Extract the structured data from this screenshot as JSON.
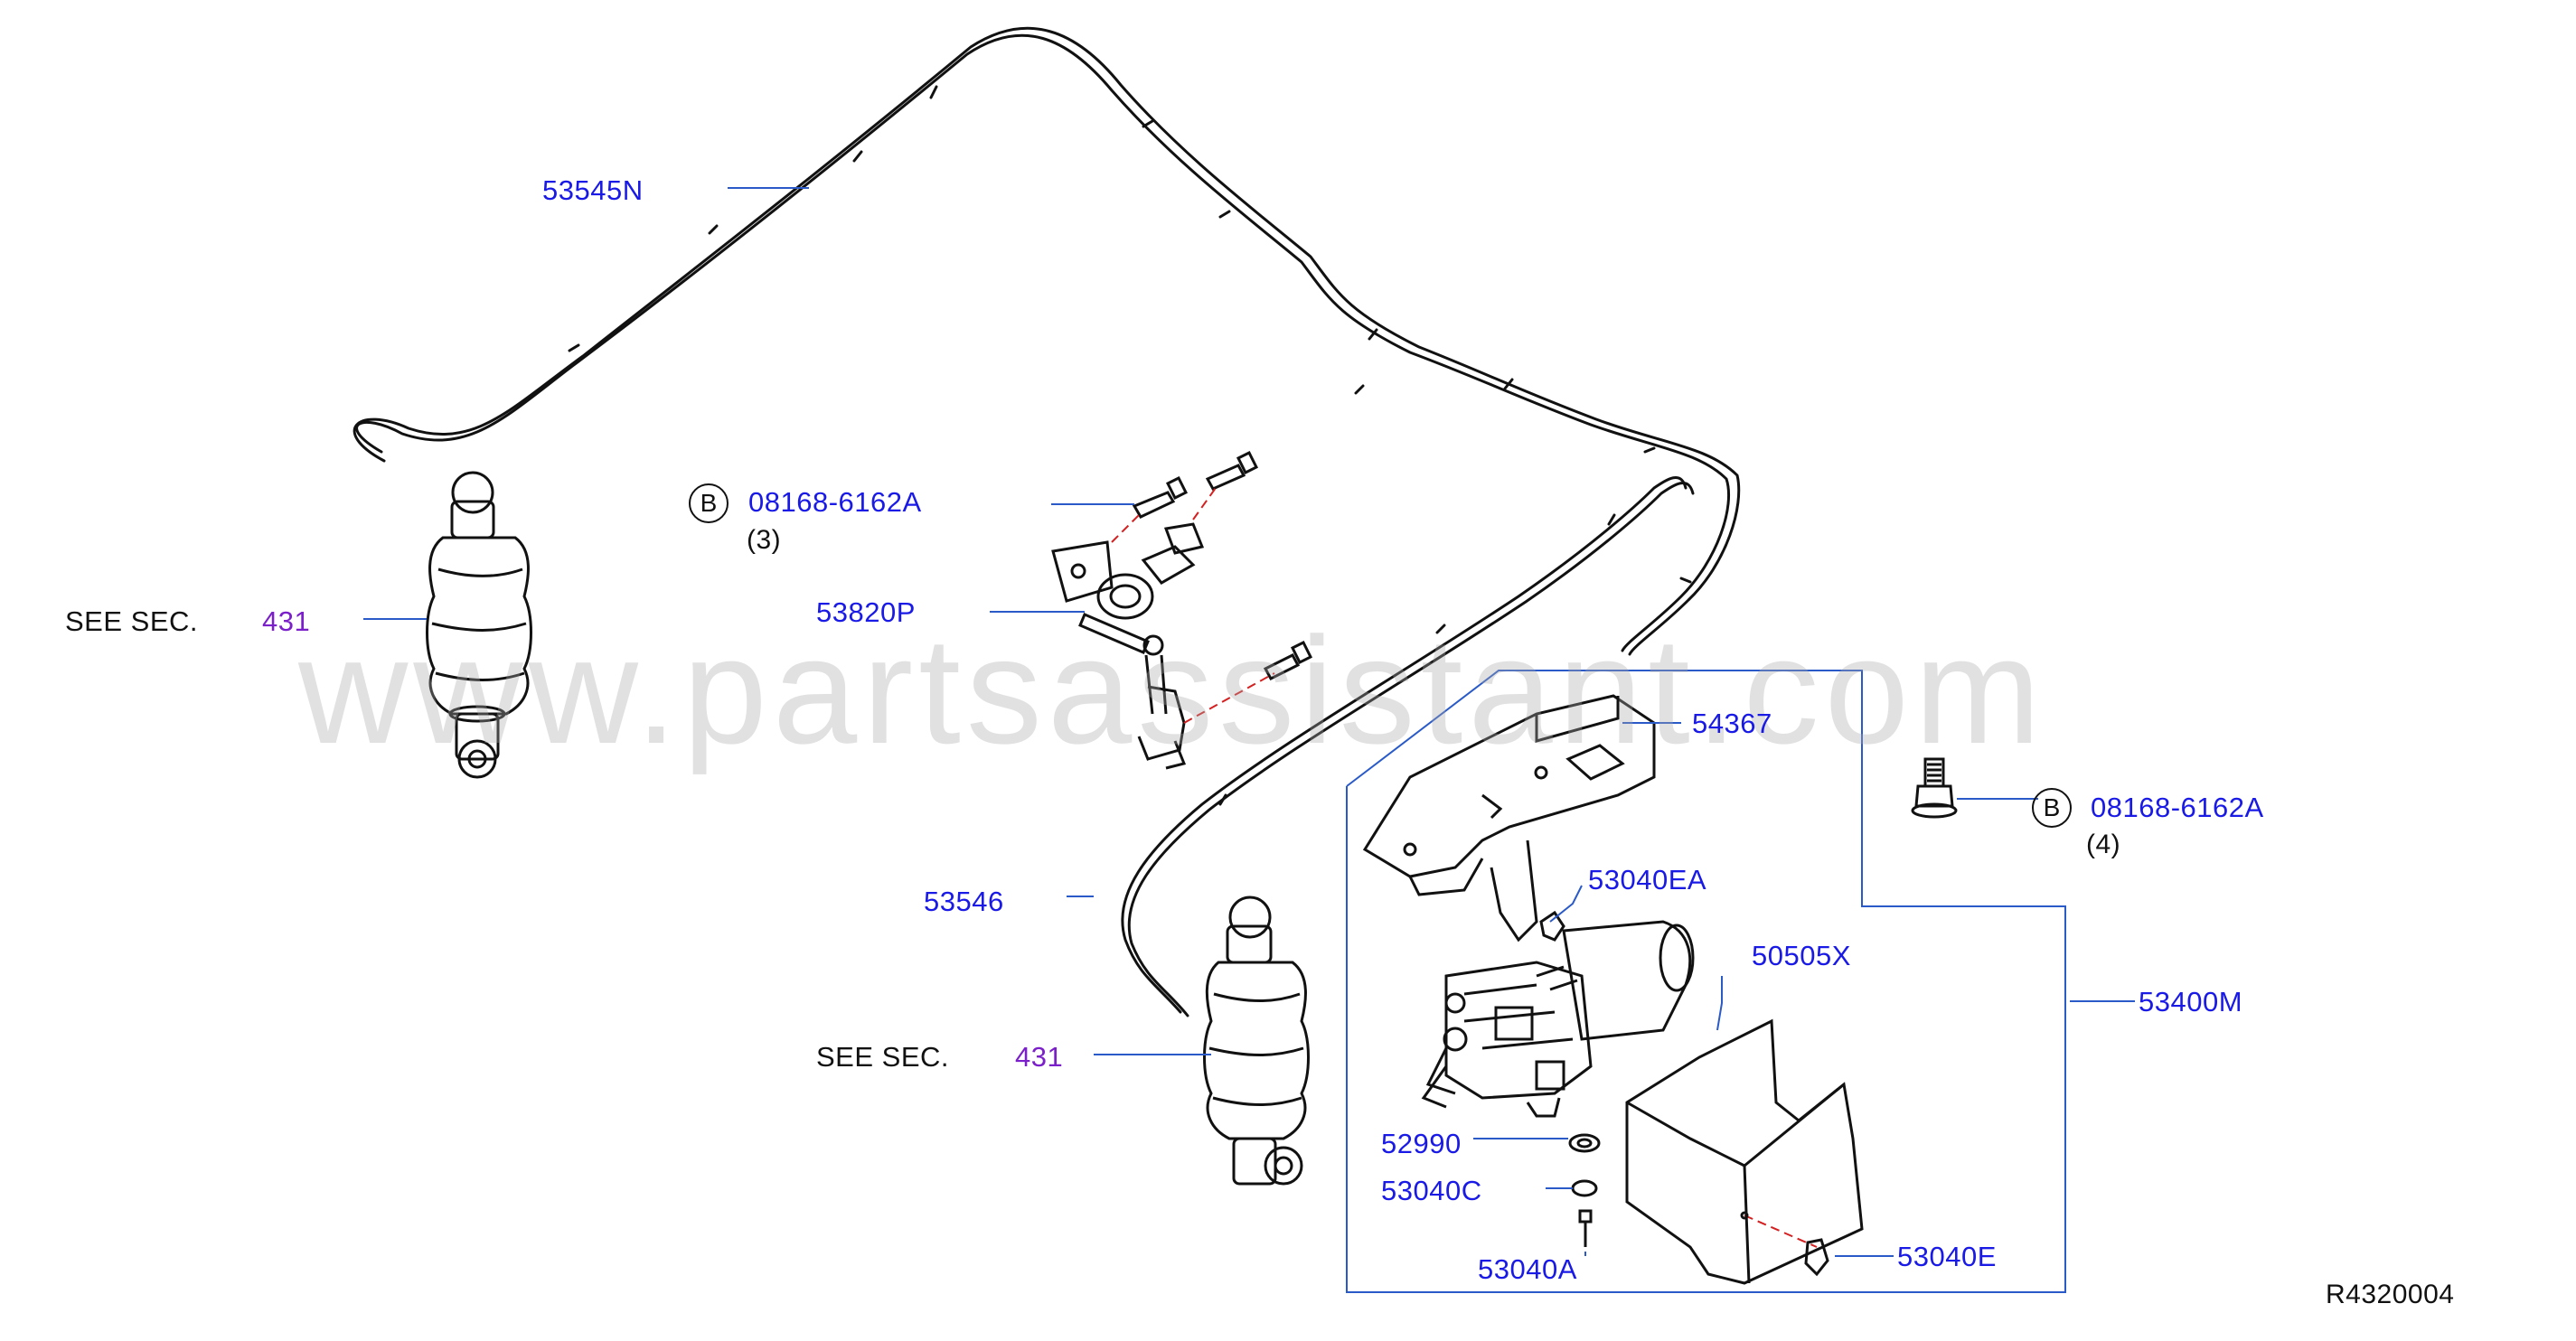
{
  "watermark": "www.partsassistant.com",
  "diagram_code": "R4320004",
  "colors": {
    "part_number": "#1a1ae6",
    "section_ref": "#7a1fc9",
    "text": "#111111",
    "leader": "#2a5ac8"
  },
  "callouts": {
    "hose_upper": "53545N",
    "hose_lower": "53546",
    "height_sensor": "53820P",
    "bolt_top": {
      "badge": "B",
      "part": "08168-6162A",
      "qty": "(3)"
    },
    "bolt_right": {
      "badge": "B",
      "part": "08168-6162A",
      "qty": "(4)"
    },
    "bracket": "54367",
    "compressor_assy": "53400M",
    "clip": "53040EA",
    "cover": "50505X",
    "grommet": "52990",
    "washer": "53040C",
    "screw": "53040A",
    "push_clip": "53040E",
    "see_sec_upper": {
      "text": "SEE   SEC.",
      "ref": "431"
    },
    "see_sec_lower": {
      "text": "SEE   SEC.",
      "ref": "431"
    }
  }
}
